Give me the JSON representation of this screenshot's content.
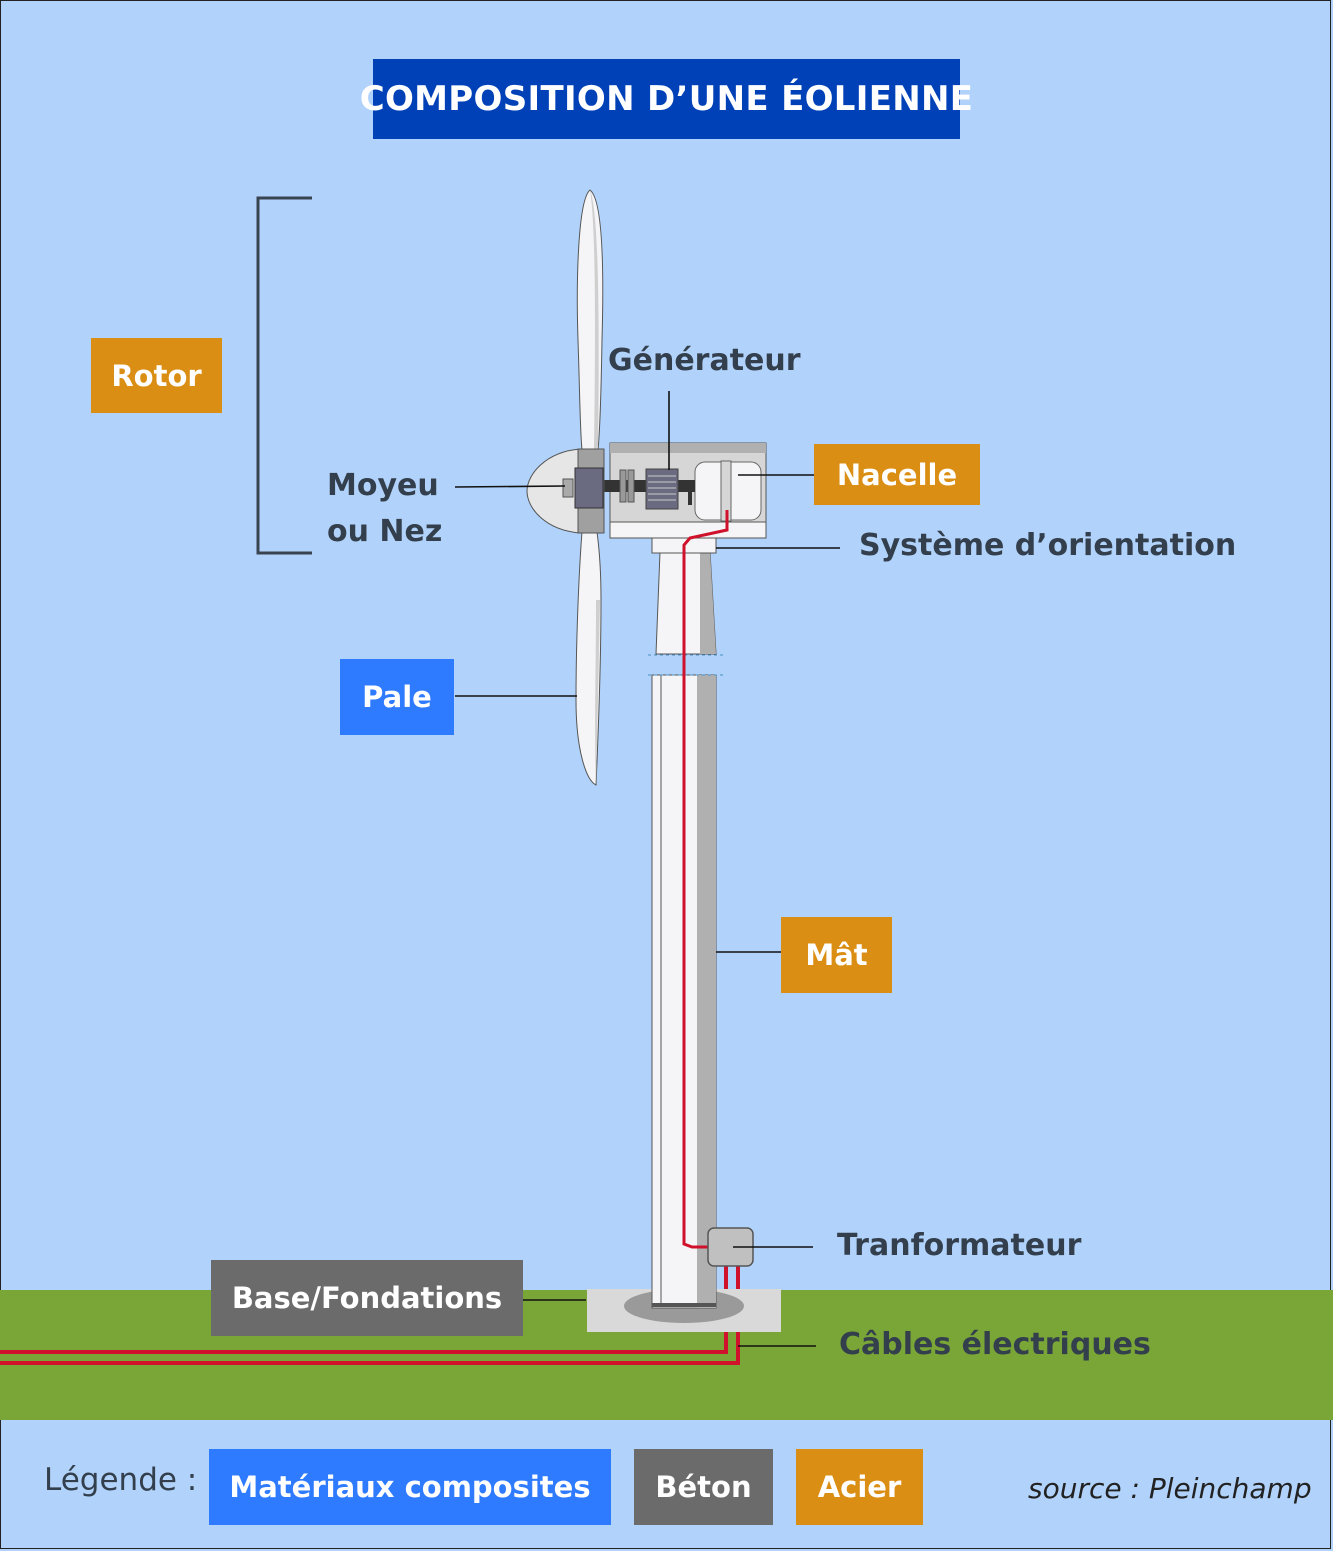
{
  "title": "COMPOSITION D’UNE ÉOLIENNE",
  "colors": {
    "sky": "#b1d3fb",
    "ground": "#7aa637",
    "title_bg": "#0041b8",
    "steel": "#db8e14",
    "composite": "#2f7bff",
    "concrete": "#6b6b6b",
    "cable": "#d0112b",
    "label_text": "#333f4c"
  },
  "components": {
    "rotor": {
      "label": "Rotor",
      "material": "steel"
    },
    "generator": {
      "label": "Générateur"
    },
    "hub": {
      "label_line1": "Moyeu",
      "label_line2": "ou Nez"
    },
    "nacelle": {
      "label": "Nacelle",
      "material": "steel"
    },
    "yaw_system": {
      "label": "Système d’orientation"
    },
    "blade": {
      "label": "Pale",
      "material": "composite"
    },
    "mast": {
      "label": "Mât",
      "material": "steel"
    },
    "transformer": {
      "label": "Tranformateur"
    },
    "foundation": {
      "label": "Base/Fondations",
      "material": "concrete"
    },
    "cables": {
      "label": "Câbles électriques"
    }
  },
  "legend": {
    "label": "Légende :",
    "items": [
      {
        "label": "Matériaux composites",
        "material": "composite"
      },
      {
        "label": "Béton",
        "material": "concrete"
      },
      {
        "label": "Acier",
        "material": "steel"
      }
    ]
  },
  "source": "source : Pleinchamp"
}
